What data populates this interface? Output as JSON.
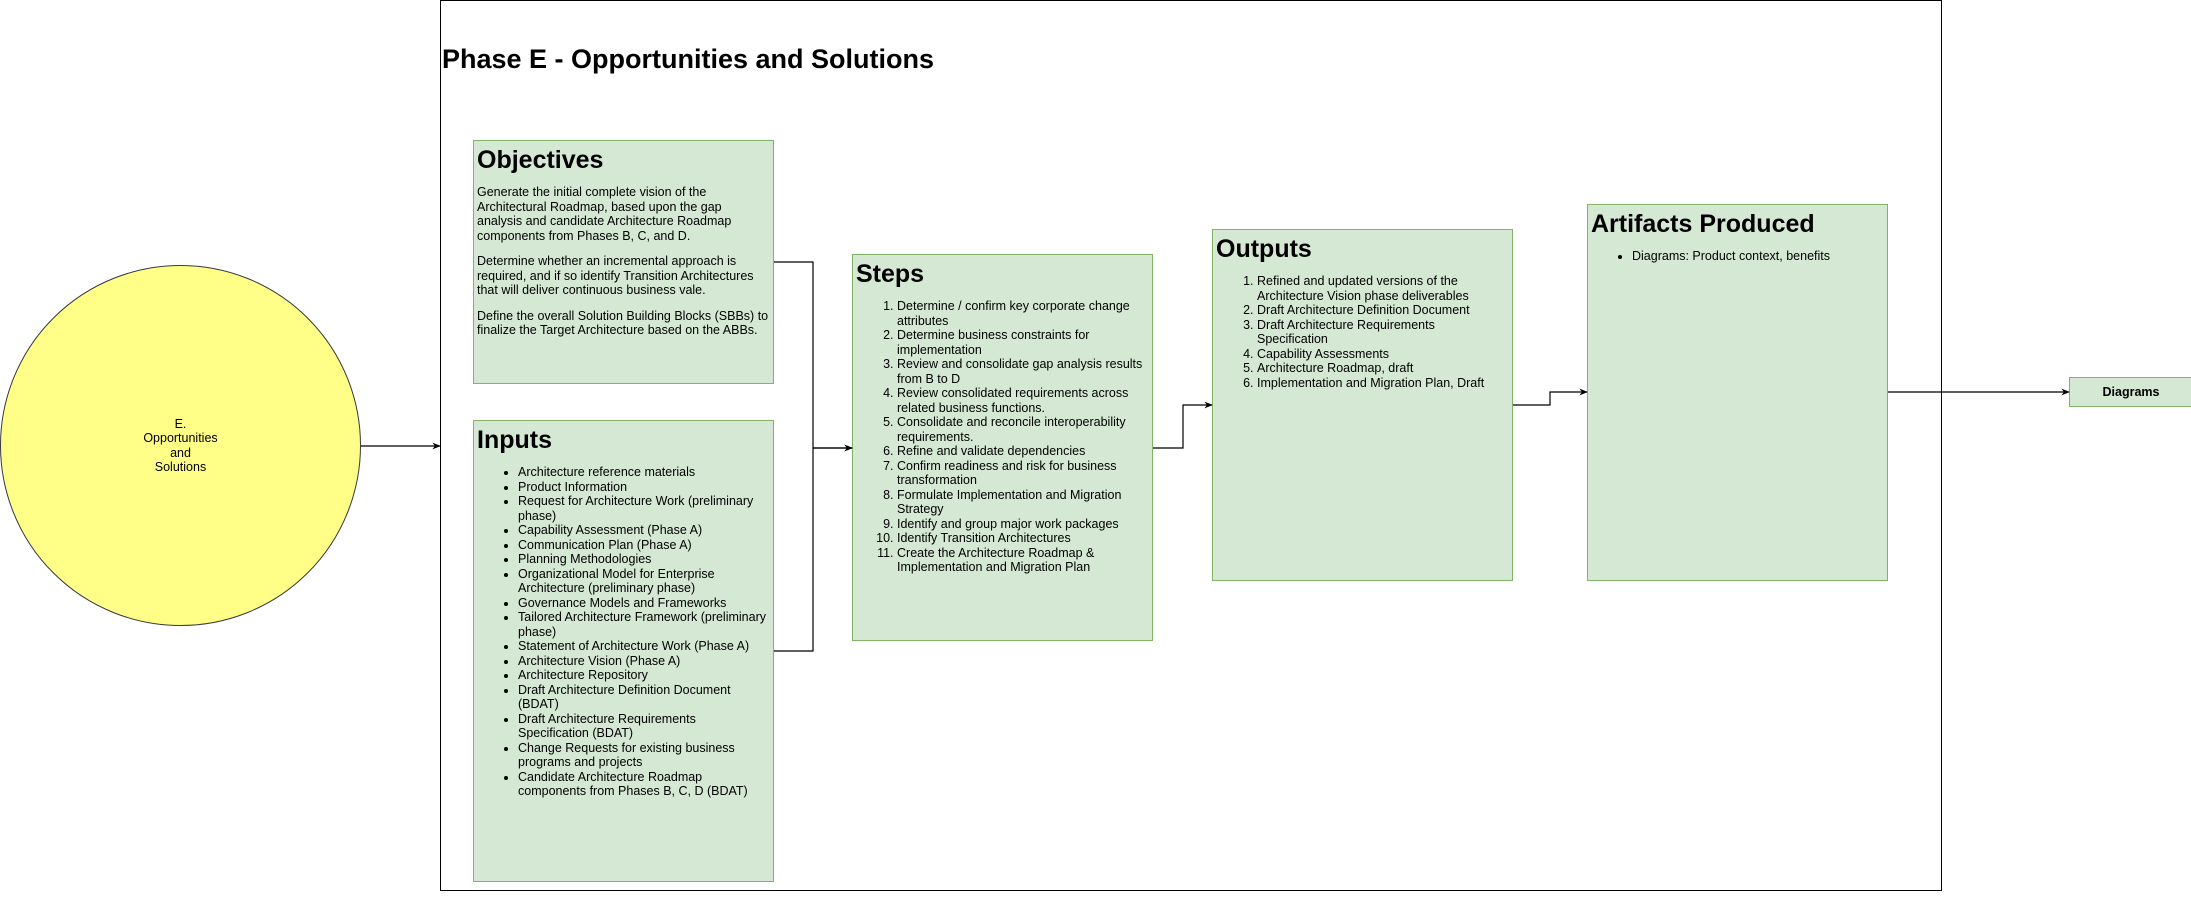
{
  "circle": {
    "label": "E.\nOpportunities\nand\nSolutions"
  },
  "phase": {
    "title": "Phase E - Opportunities and Solutions"
  },
  "objectives": {
    "title": "Objectives",
    "paragraphs": [
      "Generate the initial complete vision of the Architectural Roadmap, based upon the gap analysis and candidate Architecture Roadmap components from Phases B, C, and D.",
      "Determine whether an incremental approach is required, and if so identify Transition Architectures that will deliver continuous business vale.",
      "Define the overall Solution Building Blocks (SBBs) to finalize the Target Architecture based on the ABBs."
    ]
  },
  "inputs": {
    "title": "Inputs",
    "items": [
      "Architecture reference materials",
      "Product Information",
      "Request for Architecture Work (preliminary phase)",
      "Capability Assessment (Phase A)",
      "Communication Plan (Phase A)",
      "Planning Methodologies",
      "Organizational Model for Enterprise Architecture (preliminary phase)",
      "Governance Models and Frameworks",
      "Tailored Architecture Framework (preliminary phase)",
      "Statement of Architecture Work (Phase A)",
      "Architecture Vision (Phase A)",
      "Architecture Repository",
      "Draft Architecture Definition Document (BDAT)",
      "Draft Architecture Requirements Specification (BDAT)",
      "Change Requests for existing business programs and projects",
      "Candidate Architecture Roadmap components from Phases B, C, D (BDAT)"
    ]
  },
  "steps": {
    "title": "Steps",
    "items": [
      "Determine / confirm key corporate change attributes",
      "Determine business constraints for implementation",
      "Review and consolidate gap analysis results from B to D",
      "Review consolidated requirements across related business functions.",
      "Consolidate and reconcile interoperability requirements.",
      "Refine and validate dependencies",
      "Confirm readiness and risk for business transformation",
      "Formulate Implementation and Migration Strategy",
      "Identify and group major work packages",
      "Identify Transition Architectures",
      "Create the Architecture Roadmap & Implementation and Migration Plan"
    ]
  },
  "outputs": {
    "title": "Outputs",
    "items": [
      "Refined and updated versions of the Architecture Vision phase deliverables",
      "Draft Architecture Definition Document",
      "Draft Architecture Requirements Specification",
      "Capability Assessments",
      "Architecture Roadmap, draft",
      "Implementation and Migration Plan, Draft"
    ]
  },
  "artifacts": {
    "title": "Artifacts Produced",
    "items": [
      "Diagrams:  Product context, benefits"
    ]
  },
  "diagrams_node": {
    "label": "Diagrams"
  },
  "colors": {
    "circle_fill": "#ffff88",
    "circle_stroke": "#36393d",
    "box_fill": "#d5e8d4",
    "box_stroke": "#82b366",
    "frame_stroke": "#000000"
  }
}
